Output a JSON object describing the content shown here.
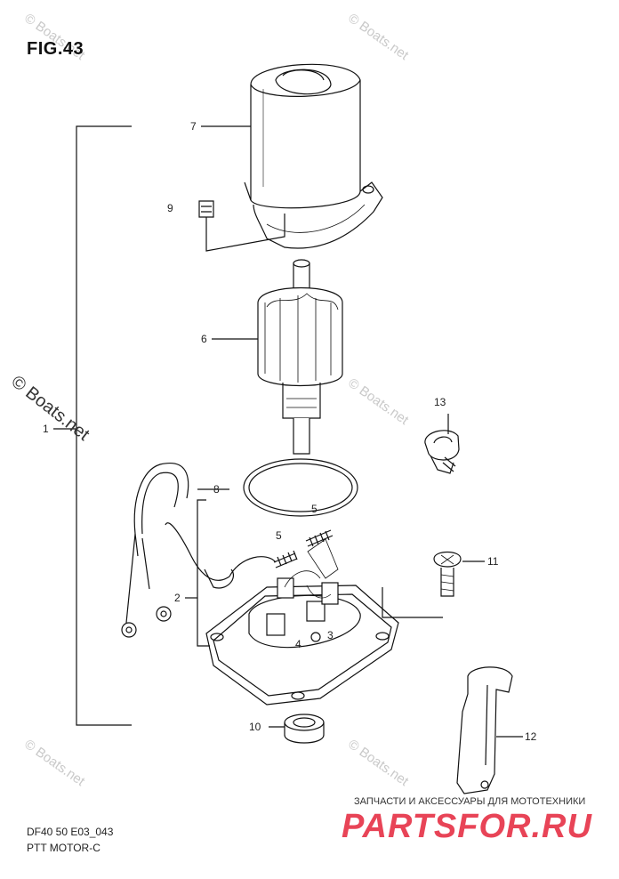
{
  "figure": {
    "title": "FIG.43",
    "model_code": "DF40 50 E03_043",
    "section_name": "PTT MOTOR-C"
  },
  "callouts": [
    "1",
    "2",
    "3",
    "4",
    "5",
    "5",
    "6",
    "7",
    "8",
    "9",
    "10",
    "11",
    "12",
    "13"
  ],
  "watermark": {
    "text": "© Boats.net",
    "main": "© Boats.net"
  },
  "store": {
    "tagline": "ЗАПЧАСТИ И АКСЕССУАРЫ ДЛЯ МОТОТЕХНИКИ",
    "logo": "PARTSFOR.RU",
    "logo_color": "#e4243a"
  }
}
